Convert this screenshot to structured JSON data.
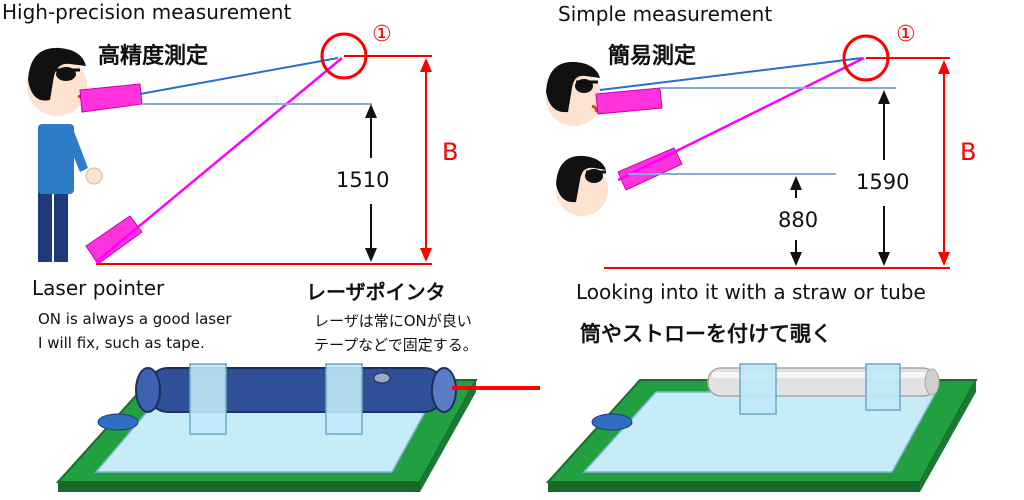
{
  "left": {
    "title_en": "High-precision measurement",
    "title_jp": "高精度測定",
    "marker": "①",
    "distance_label": "B",
    "height_value": "1510",
    "section_en": "Laser pointer",
    "section_jp": "レーザポインタ",
    "note_en_line1": "ON is always a good laser",
    "note_en_line2": "I will fix, such as tape.",
    "note_jp_line1": "レーザは常にONが良い",
    "note_jp_line2": "テープなどで固定する。"
  },
  "right": {
    "title_en": "Simple measurement",
    "title_jp": "簡易測定",
    "marker": "①",
    "distance_label": "B",
    "height_high": "1590",
    "height_low": "880",
    "section_en": "Looking into it with a straw or tube",
    "section_jp": "筒やストローを付けて覗く"
  },
  "colors": {
    "laser_magenta": "#ff00ff",
    "sight_blue": "#2a6fc9",
    "dimension_red": "#ff0000",
    "board_green": "#22a040",
    "board_glass": "#bfe8f7",
    "tube_navy": "#2f4f96"
  }
}
